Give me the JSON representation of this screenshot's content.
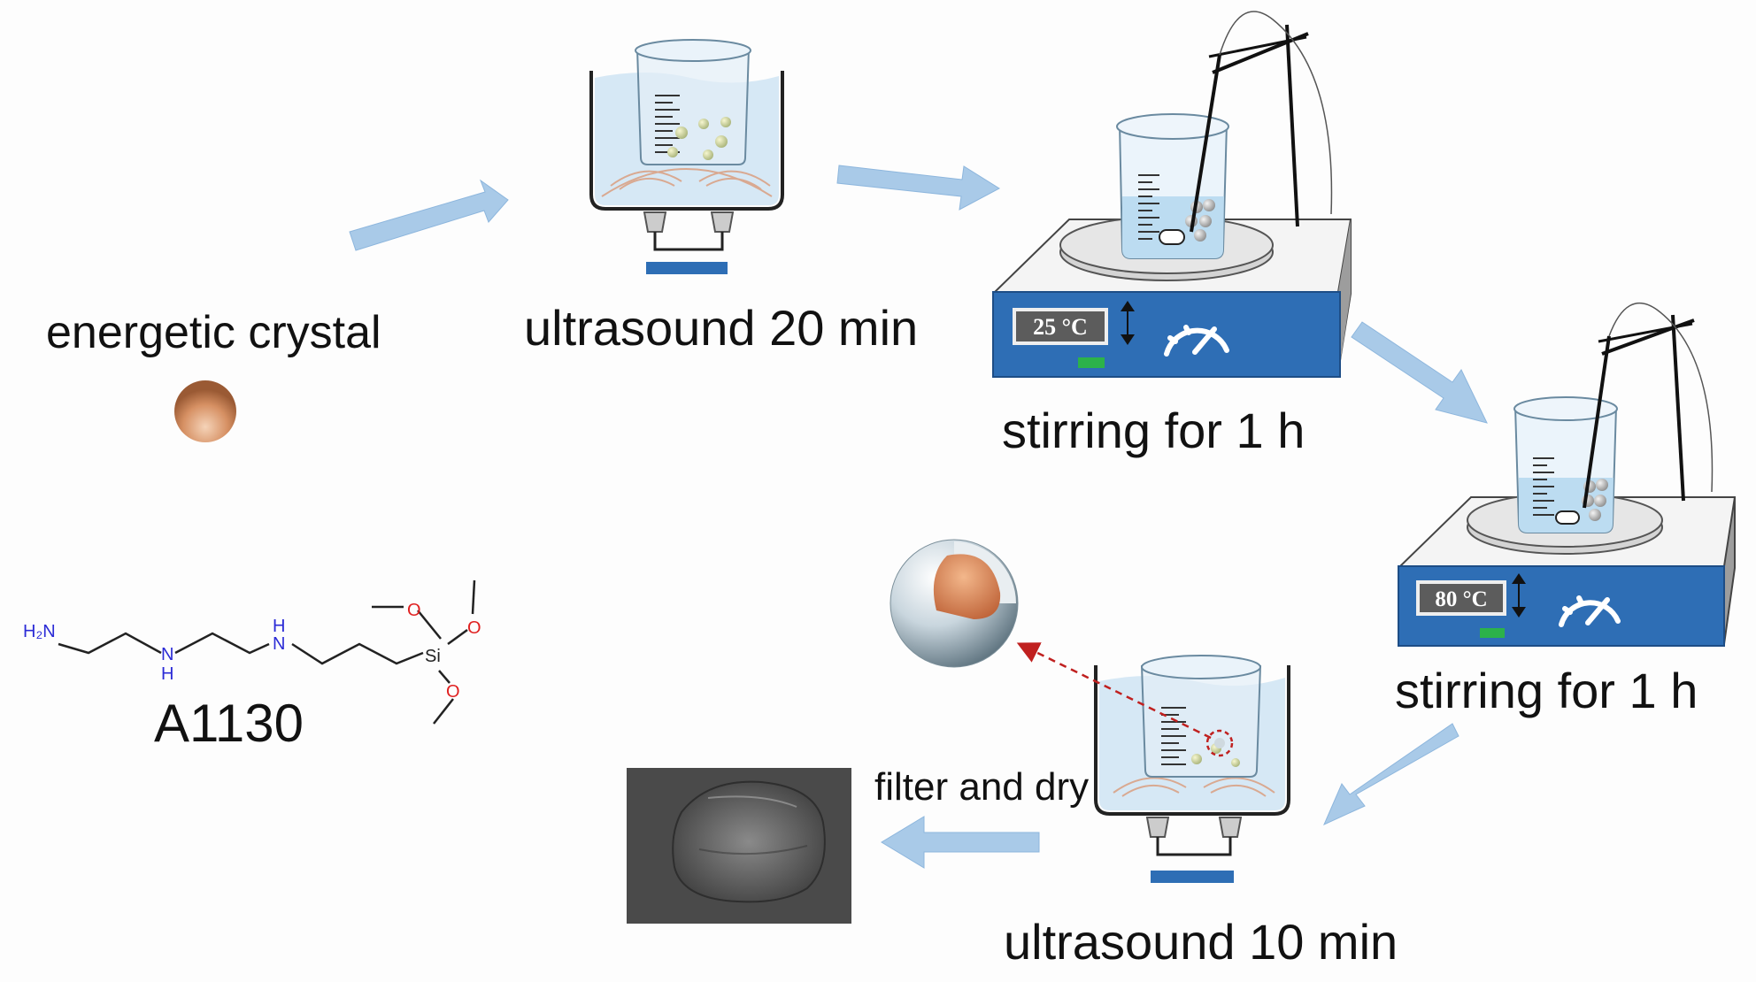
{
  "labels": {
    "energetic_crystal": "energetic crystal",
    "ultrasound_1": "ultrasound 20 min",
    "stirring_1": "stirring for 1 h",
    "stirring_2": "stirring for 1 h",
    "ultrasound_2": "ultrasound 10 min",
    "filter_dry": "filter and dry",
    "coupling_agent": "A1130"
  },
  "stirrer_1": {
    "temperature": "25 °C"
  },
  "stirrer_2": {
    "temperature": "80 °C"
  },
  "molecule": {
    "n_h2": "H₂N",
    "nh_1": "N",
    "h_1": "H",
    "nh_2": "N",
    "h_2": "H",
    "si": "Si",
    "o_1": "O",
    "o_2": "O",
    "o_3": "O"
  },
  "colors": {
    "arrow": "#9dc3e6",
    "crystal": "#d08a5a",
    "panel": "#2e6eb5",
    "water": "#c9e2f4",
    "atom_n": "#2b2bd6",
    "atom_o": "#e02020"
  }
}
